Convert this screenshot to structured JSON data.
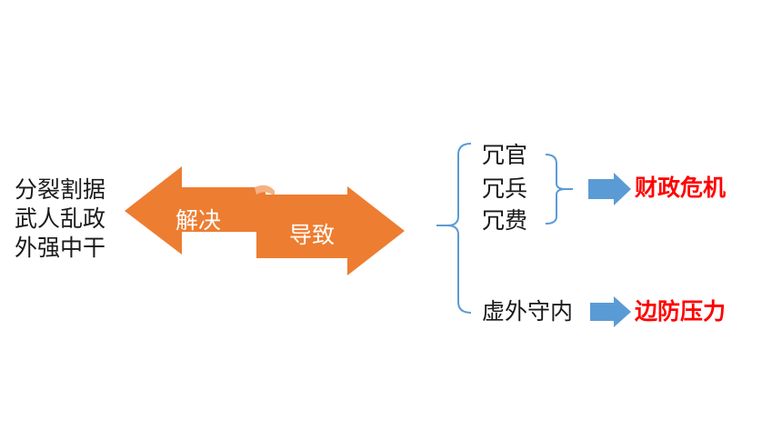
{
  "problems": [
    "分裂割据",
    "武人乱政",
    "外强中干"
  ],
  "arrow": {
    "left_label": "解决",
    "right_label": "导致",
    "color": "#ed7d31",
    "scroll_shade": "#f4b183"
  },
  "results": {
    "redundancies": [
      "冗官",
      "冗兵",
      "冗费"
    ],
    "defense": "虚外守内"
  },
  "consequences": {
    "fiscal": "财政危机",
    "border": "边防压力"
  },
  "colors": {
    "bracket": "#5b9bd5",
    "small_arrow": "#5b9bd5",
    "highlight": "#ff0000"
  }
}
